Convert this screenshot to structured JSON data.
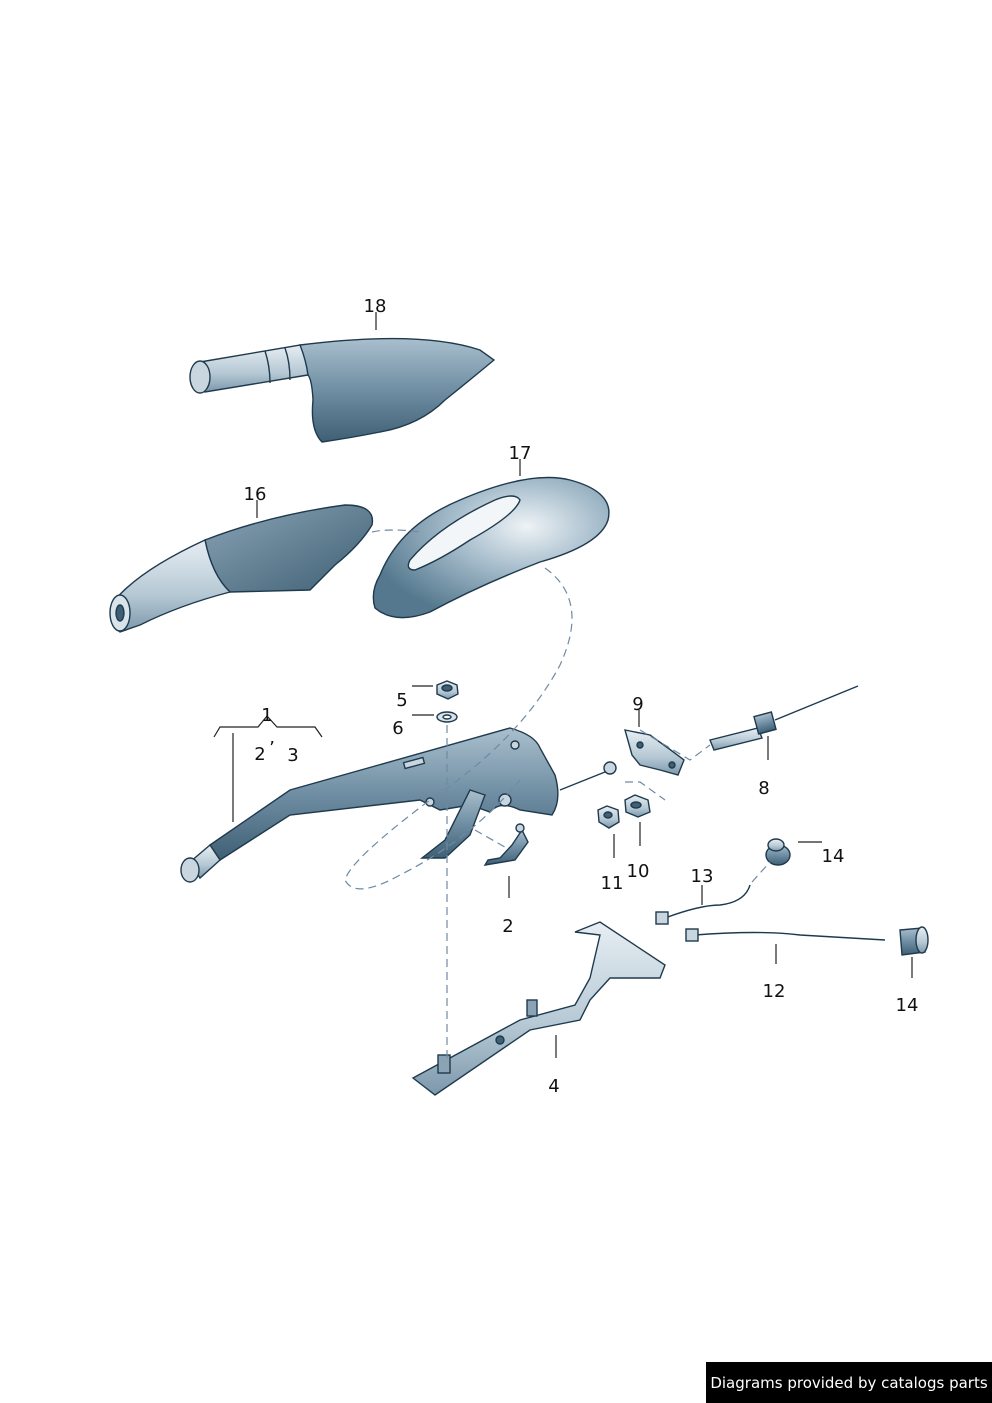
{
  "callouts": {
    "c1": "1",
    "c2a": "2",
    "c2sep": "’",
    "c3": "3",
    "c2b": "2",
    "c4": "4",
    "c5": "5",
    "c6": "6",
    "c8": "8",
    "c9": "9",
    "c10": "10",
    "c11": "11",
    "c12": "12",
    "c13": "13",
    "c14a": "14",
    "c14b": "14",
    "c16": "16",
    "c17": "17",
    "c18": "18"
  },
  "watermark": "Diagrams provided by catalogs parts",
  "colors": {
    "part_fill": "#6f8ea3",
    "part_light": "#c9d6df",
    "part_dark": "#3f5f74",
    "outline": "#1f3a4d",
    "dashed_line": "#6f8aa3",
    "watermark_bg": "#000000"
  }
}
